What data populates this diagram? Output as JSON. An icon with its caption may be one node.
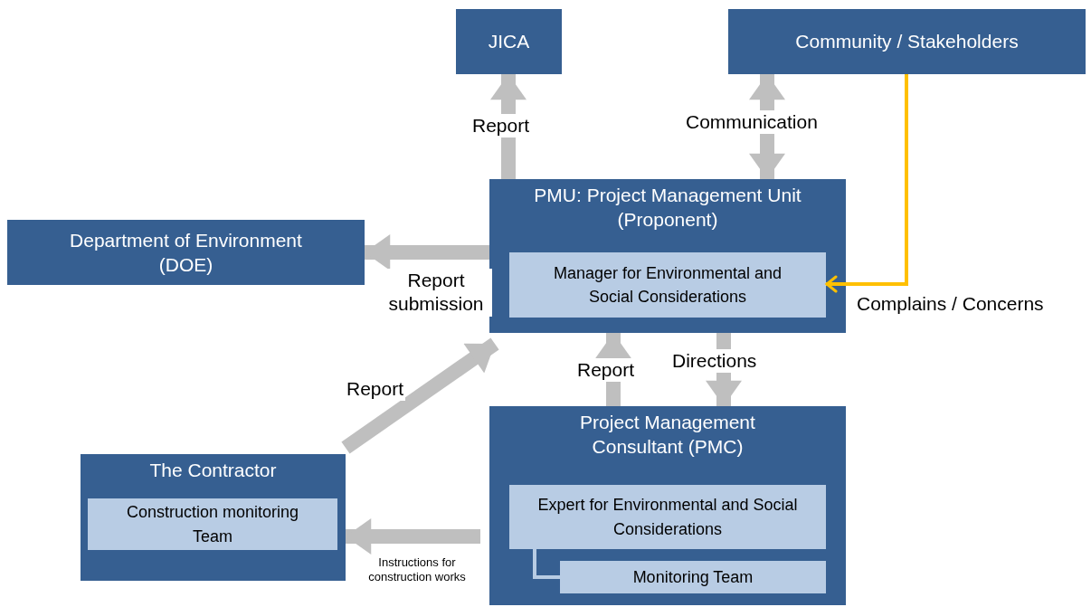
{
  "diagram": {
    "nodes": [
      {
        "text": [
          "JICA"
        ]
      },
      {
        "text": [
          "Community / Stakeholders"
        ]
      },
      {
        "text": [
          "Department of Environment (DOE)"
        ]
      },
      {
        "text": [
          "PMU: Project Management Unit (Proponent)"
        ]
      },
      {
        "text": [
          "Manager for Environmental and Social Considerations"
        ],
        "in": 3
      },
      {
        "text": [
          "The Contractor"
        ]
      },
      {
        "text": [
          "Construction monitoring Team"
        ],
        "in": 5
      },
      {
        "text": [
          "Project Management Consultant (PMC)"
        ]
      },
      {
        "text": [
          "Expert for Environmental and Social Considerations"
        ],
        "in": 7
      },
      {
        "text": [
          "Monitoring Team"
        ],
        "in": 7
      }
    ],
    "edges": [
      {
        "from": 3,
        "to": 0,
        "arrow": "to",
        "label": "Report"
      },
      {
        "from": 1,
        "to": 3,
        "arrow": "both",
        "label": "Communication"
      },
      {
        "from": 3,
        "to": 2,
        "arrow": "to",
        "label": "Report submission"
      },
      {
        "from": 1,
        "to": 4,
        "arrow": "to",
        "label": "Complains / Concerns",
        "color": "#ffc000"
      },
      {
        "from": 7,
        "to": 3,
        "arrow": "to",
        "label": "Report"
      },
      {
        "from": 3,
        "to": 7,
        "arrow": "to",
        "label": "Directions"
      },
      {
        "from": 5,
        "to": 3,
        "arrow": "to",
        "label": "Report"
      },
      {
        "from": 7,
        "to": 5,
        "arrow": "to",
        "label": "Instructions for construction works"
      },
      {
        "from": 8,
        "to": 9,
        "arrow": "none",
        "color": "#b8cce4"
      }
    ]
  }
}
